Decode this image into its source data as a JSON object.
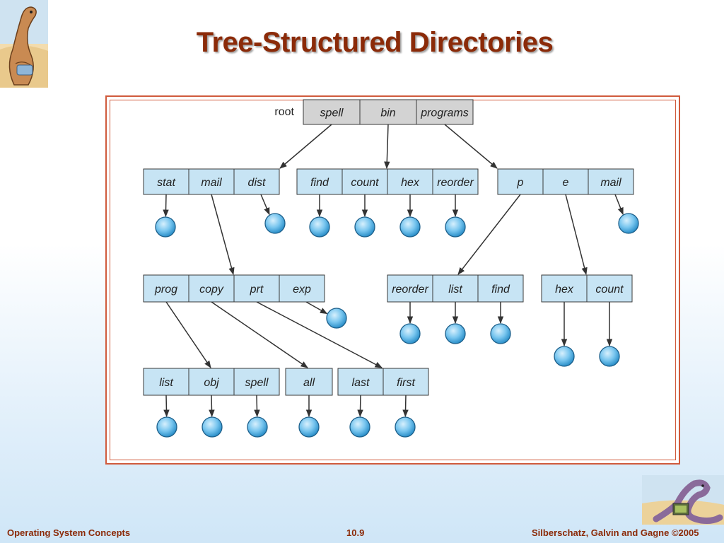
{
  "slide": {
    "title": "Tree-Structured Directories",
    "footer_left": "Operating System Concepts",
    "footer_center": "10.9",
    "footer_right": "Silberschatz, Galvin and Gagne ©2005"
  },
  "diagram": {
    "root_label": "root",
    "colors": {
      "cell_fill": "#c7e4f4",
      "root_fill": "#d3d3d3",
      "cell_border": "#3a3a3a",
      "file_fill": "#6cc0ec",
      "frame": "#d05a3c",
      "title": "#8b2a08"
    },
    "directories": {
      "root": [
        "spell",
        "bin",
        "programs"
      ],
      "spell": [
        "stat",
        "mail",
        "dist"
      ],
      "bin": [
        "find",
        "count",
        "hex",
        "reorder"
      ],
      "programs": [
        "p",
        "e",
        "mail"
      ],
      "mail": [
        "prog",
        "copy",
        "prt",
        "exp"
      ],
      "p": [
        "reorder",
        "list",
        "find"
      ],
      "e": [
        "hex",
        "count"
      ],
      "prog": [
        "list",
        "obj",
        "spell"
      ],
      "copy": [
        "all"
      ],
      "prt": [
        "last",
        "first"
      ]
    }
  }
}
